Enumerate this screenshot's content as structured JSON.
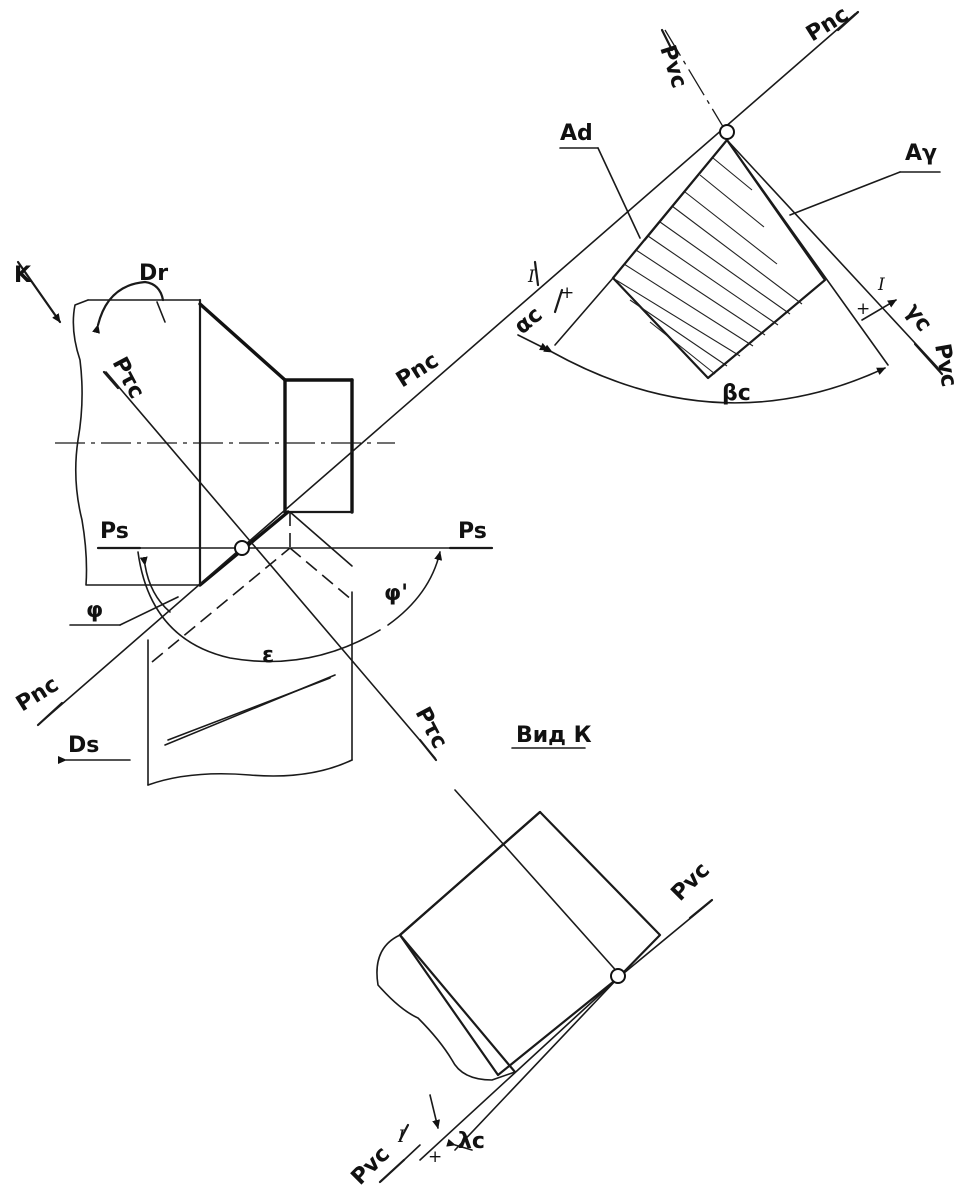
{
  "labels": {
    "view_arrow": "K",
    "dr": "Dr",
    "ad": "Ad",
    "ag": "Aγ",
    "pnc_top": "Pnc",
    "pvc_top": "Pvc",
    "pnc_mid": "Pnc",
    "pnc_low": "Pnc",
    "ptc_top": "Pτc",
    "ptc_low": "Pτc",
    "ps_left": "Ps",
    "ps_right": "Ps",
    "phi": "φ",
    "phi1": "φ'",
    "eps": "ε",
    "ds": "Ds",
    "alpha_c": "αc",
    "beta_c": "βc",
    "gamma_c": "γc",
    "pvc_right": "Pvc",
    "plus_1": "+",
    "minus_1": "I",
    "plus_2": "+",
    "minus_2": "I",
    "view_k": "Вид К",
    "pvc_lower": "Pvc",
    "pvc_bottom": "Pvc",
    "lambda_c": "λc",
    "plus_3": "+",
    "minus_3": "I"
  }
}
